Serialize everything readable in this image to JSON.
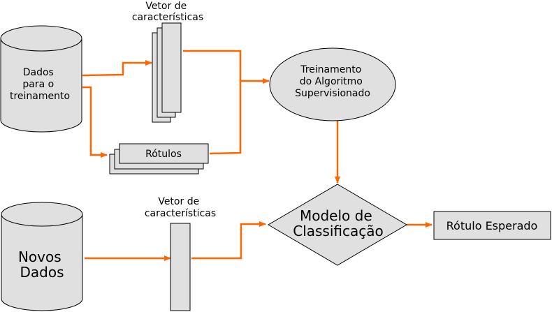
{
  "training": {
    "data_store_lines": [
      "Dados",
      "para o",
      "treinamento"
    ],
    "feature_vector_label_lines": [
      "Vetor de",
      "características"
    ],
    "labels_label": "Rótulos",
    "algorithm_lines": [
      "Treinamento",
      "do Algoritmo",
      "Supervisionado"
    ]
  },
  "prediction": {
    "data_store_lines": [
      "Novos",
      "Dados"
    ],
    "feature_vector_label_lines": [
      "Vetor de",
      "características"
    ],
    "model_lines": [
      "Modelo de",
      "Classificação"
    ],
    "output_label": "Rótulo Esperado"
  },
  "colors": {
    "shape_fill": "#e0e0e0",
    "stroke": "#000000",
    "arrow": "#ff6600"
  }
}
